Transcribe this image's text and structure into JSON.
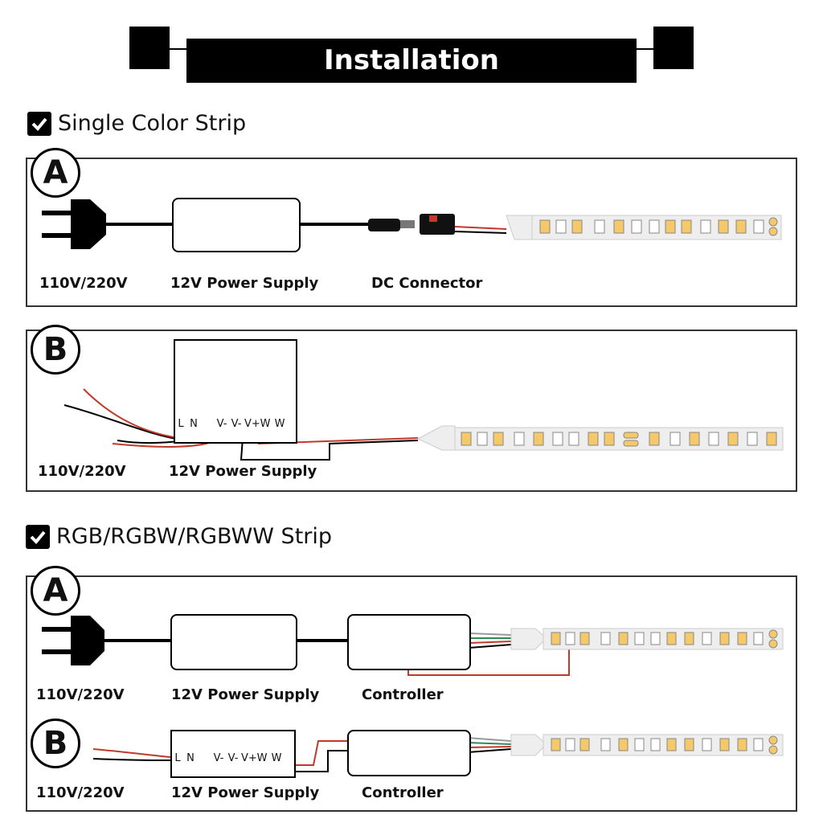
{
  "header": {
    "title": "Installation"
  },
  "sections": {
    "single": {
      "heading": "Single Color Strip"
    },
    "rgb": {
      "heading": "RGB/RGBW/RGBWW Strip"
    }
  },
  "panels": {
    "single_a": {
      "letter": "A",
      "input_label": "110V/220V",
      "psu_label": "12V Power Supply",
      "connector_label": "DC Connector"
    },
    "single_b": {
      "letter": "B",
      "input_label": "110V/220V",
      "psu_label": "12V Power Supply"
    },
    "rgb_a": {
      "letter": "A",
      "input_label": "110V/220V",
      "psu_label": "12V Power Supply",
      "controller_label": "Controller"
    },
    "rgb_b": {
      "letter": "B",
      "input_label": "110V/220V",
      "psu_label": "12V Power Supply",
      "controller_label": "Controller"
    }
  },
  "terminals": {
    "l": "L",
    "n": "N",
    "v1": "V-",
    "v2": "V-",
    "v3": "V+",
    "w1": "W",
    "w2": "W"
  },
  "icons": {
    "check": "check-icon",
    "plug": "plug-icon",
    "dc": "dc-connector-icon",
    "strip": "led-strip-icon"
  },
  "colors": {
    "frame": "#333333",
    "title_bg": "#000000",
    "led_warm": "#f5c96a",
    "wire_red": "#c0392b",
    "wire_green": "#2e8b57"
  }
}
